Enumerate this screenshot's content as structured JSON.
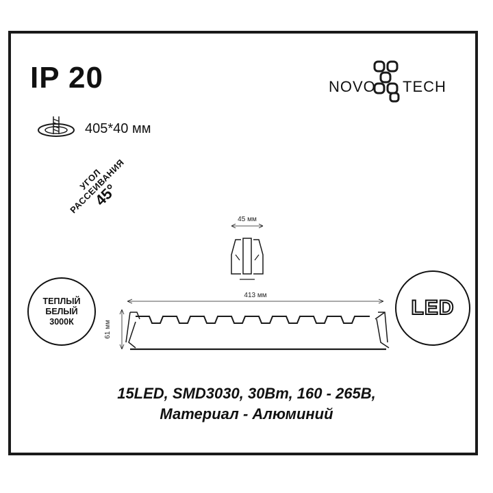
{
  "ip_rating": "IP 20",
  "brand": {
    "left": "NOVO",
    "right": "TECH",
    "logo_icon": "novotech-logo-icon"
  },
  "cutout": {
    "icon": "ceiling-cutout-icon",
    "size": "405*40 мм"
  },
  "beam_angle": {
    "line1": "УГОЛ",
    "line2": "РАССЕИВАНИЯ",
    "value": "45°"
  },
  "color_temp_badge": {
    "line1": "ТЕПЛЫЙ",
    "line2": "БЕЛЫЙ",
    "line3": "3000К"
  },
  "led_badge": "LED",
  "dimensions": {
    "depth": "45 мм",
    "length": "413 мм",
    "height": "61 мм"
  },
  "specs": {
    "line1": "15LED, SMD3030, 30Вт, 160 - 265В,",
    "line2": "Материал - Алюминий"
  },
  "colors": {
    "line": "#1a1a1a",
    "background": "#ffffff"
  }
}
